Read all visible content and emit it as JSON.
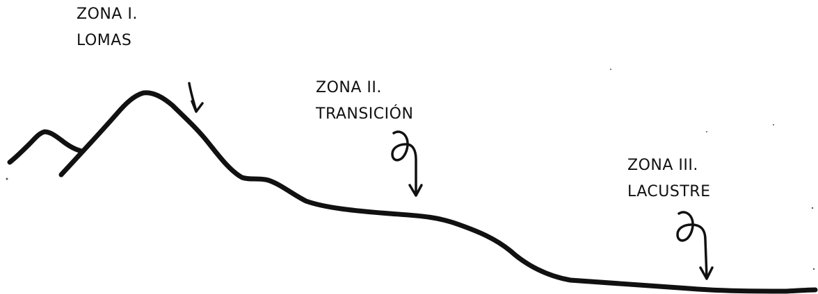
{
  "zones": [
    {
      "number_label": "ZONA I.",
      "name": "LOMAS"
    },
    {
      "number_label": "ZONA II.",
      "name": "TRANSICIÓN"
    },
    {
      "number_label": "ZONA III.",
      "name": "LACUSTRE"
    }
  ],
  "colors": {
    "ink": "#111111",
    "background": "#ffffff"
  }
}
